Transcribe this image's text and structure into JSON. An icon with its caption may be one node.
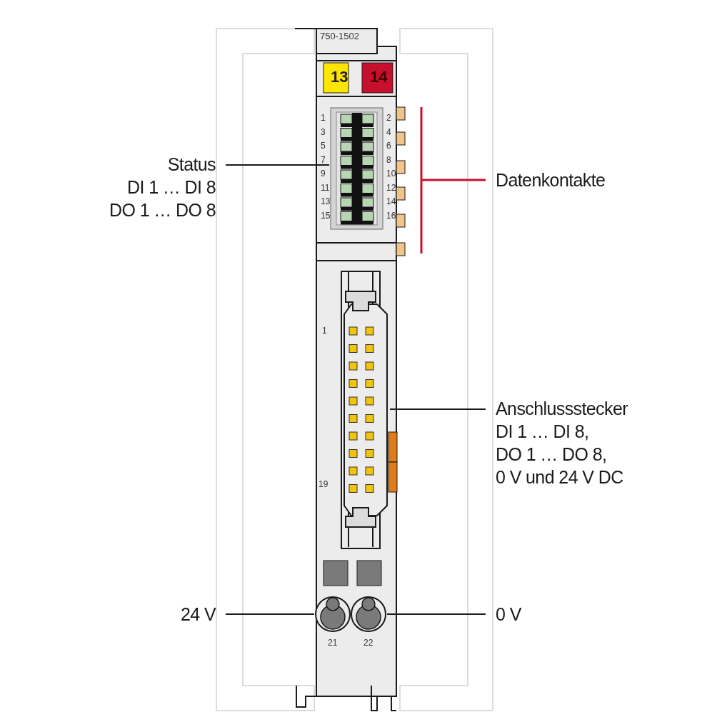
{
  "diagram": {
    "nodes": [
      {
        "text": [
          "Status",
          "DI 1 … DI 8",
          "DO 1 … DO 8"
        ]
      },
      {
        "text": [],
        "shape": "box",
        "beside": [
          "1",
          "2",
          "3",
          "4",
          "5",
          "6",
          "7",
          "8",
          "9",
          "10",
          "11",
          "12",
          "13",
          "14",
          "15",
          "16"
        ]
      },
      {
        "text": [
          "Datenkontakte"
        ]
      },
      {
        "text": [
          "Anschlussstecker",
          "DI 1 … DI 8,",
          "DO 1 … DO 8,",
          "0 V und 24 V DC"
        ]
      },
      {
        "text": [],
        "shape": "box",
        "beside": [
          "1",
          "19"
        ]
      },
      {
        "text": [
          "24 V"
        ]
      },
      {
        "text": [],
        "shape": "circle",
        "beside": [
          "21"
        ]
      },
      {
        "text": [
          "0 V"
        ]
      },
      {
        "text": [],
        "shape": "circle",
        "beside": [
          "22"
        ]
      }
    ],
    "edges": [
      {
        "from": 0,
        "to": 1,
        "arrow": "none"
      },
      {
        "from": 2,
        "to": null,
        "arrow": "none",
        "color": "#c8102e"
      },
      {
        "from": 3,
        "to": 4,
        "arrow": "none"
      },
      {
        "from": 5,
        "to": 6,
        "arrow": "none"
      },
      {
        "from": 7,
        "to": 8,
        "arrow": "none"
      }
    ],
    "labels": [
      "750-1502",
      "13",
      "14"
    ]
  }
}
